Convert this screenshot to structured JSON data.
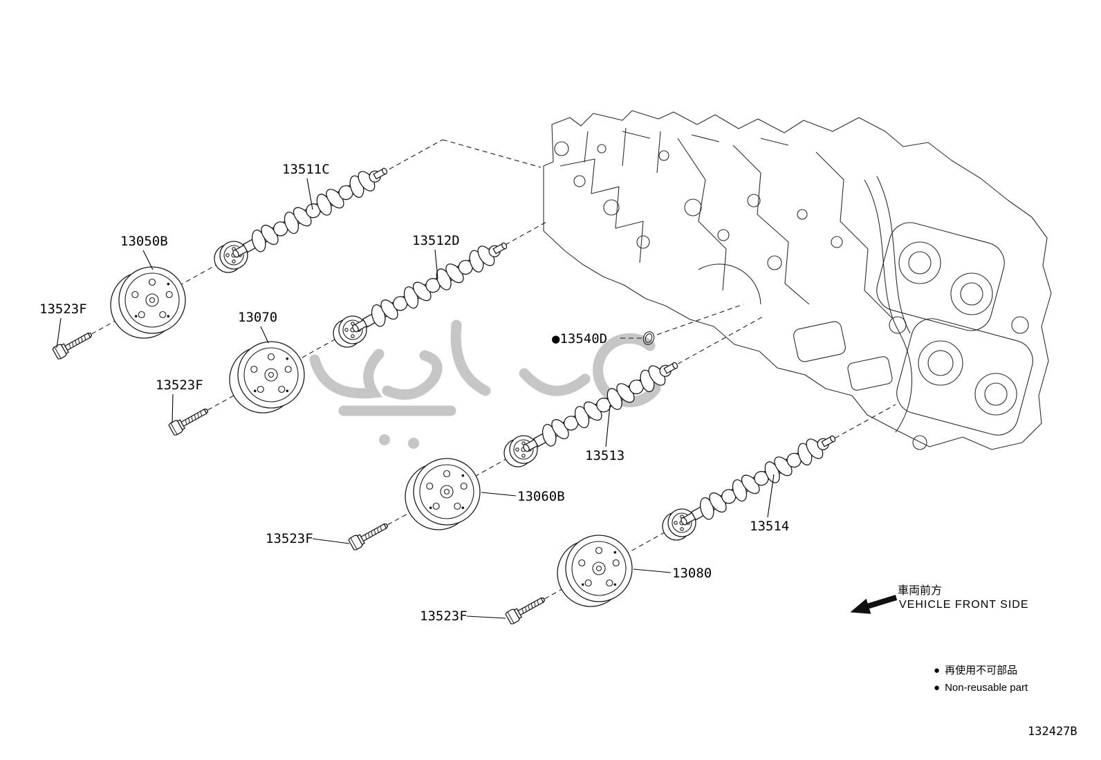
{
  "diagram": {
    "part_labels": {
      "cam1": "13511C",
      "pulley1": "13050B",
      "bolt1": "13523F",
      "cam2": "13512D",
      "pulley2": "13070",
      "bolt2": "13523F",
      "seal_bullet": "●",
      "seal": "13540D",
      "cam3": "13513",
      "pulley3": "13060B",
      "bolt3": "13523F",
      "cam4": "13514",
      "pulley4": "13080",
      "bolt4": "13523F"
    },
    "direction_note": {
      "jp": "車両前方",
      "en": "VEHICLE FRONT SIDE"
    },
    "legend": [
      {
        "bullet": "●",
        "text": "再使用不可部品"
      },
      {
        "bullet": "●",
        "text": "Non-reusable part"
      }
    ],
    "drawing_number": "132427B"
  }
}
